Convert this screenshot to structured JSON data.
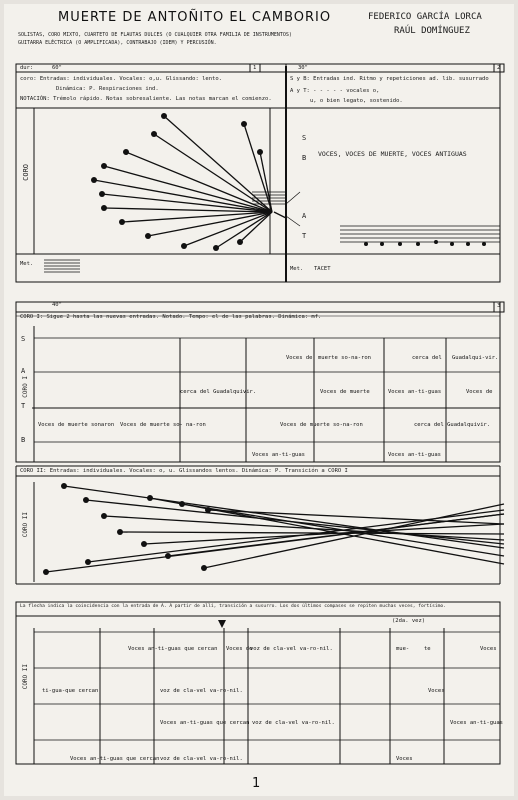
{
  "header": {
    "title": "MUERTE DE ANTOÑITO EL CAMBORIO",
    "poet": "FEDERICO GARCÍA LORCA",
    "composer": "RAÚL DOMÍNGUEZ",
    "instrumentation_line1": "SOLISTAS, CORO MIXTO, CUARTETO DE FLAUTAS DULCES (O CUALQUIER OTRA FAMILIA DE INSTRUMENTOS)",
    "instrumentation_line2": "GUITARRA ELÉCTRICA (O AMPLIFICADA), CONTRABAJO (IDEM) Y PERCUSIÓN."
  },
  "system1": {
    "dur_label": "dur:",
    "dur_left": "60\"",
    "dur_right": "30\"",
    "box1": "1",
    "box2": "2",
    "left_line1": "coro: Entradas: individuales. Vocales: o,u. Glissando: lento.",
    "left_line2": "Dinámica: P. Respiraciones ind.",
    "left_line3": "NOTACIÓN: Trémolo rápido. Notas sobresaliente. Las notas marcan el comienzo.",
    "right_line1": "S y B: Entradas ind. Ritmo y repeticiones ad. lib. susurrado",
    "right_line2": "A y T: - - - - - vocales o,",
    "right_line3": "u, o bien legato, sostenido.",
    "voice_S": "S",
    "voice_B": "B",
    "voice_A": "A",
    "voice_T": "T",
    "coro_label": "CORO",
    "voces_text": "VOCES, VOCES DE MUERTE, VOCES ANTIGUAS",
    "met_left": "Met.",
    "met_right": "Met.",
    "tacet": "TACET"
  },
  "system2": {
    "dur": "40\"",
    "box": "3",
    "instr": "CORO I: Sigue 2 hasta las nuevas entradas. Notado. Tempo: el de las palabras. Dinámica: mf.",
    "s": "S",
    "a": "A",
    "t": "T",
    "b": "B",
    "coro": "CORO I",
    "lyrics": [
      "Voces de muerte sonaron",
      "Voces de muerte so-",
      "na-ron",
      "cerca del Guadalquivir.",
      "Voces de",
      "muerte so-na-ron",
      "cerca del",
      "Guadalqui-vir.",
      "Voces de muerte",
      "Voces an-",
      "ti-guas",
      "Voces de muerte so-na-ron",
      "cerca del Guadalquivir.",
      "Voces an-ti-guas",
      "Voces an-ti-guas",
      "Voces de"
    ]
  },
  "system3": {
    "instr": "CORO II: Entradas: individuales. Vocales: o, u. Glissandos lentos. Dinámica: P. Transición a CORO I",
    "coro": "CORO II"
  },
  "system4": {
    "instr": "La flecha indica la coincidencia con la entrada de A. A partir de allí, transición a susurro. Los dos últimos compases se repiten muchas veces, fortísimo.",
    "rep": "(2da. vez)",
    "coro": "CORO II",
    "lyrics": [
      "Voces an-ti-guas que cercan",
      "Voces de",
      "voz de cla-vel va-ro-nil.",
      "mue-",
      "te",
      "Voces",
      "ti-gua-que cercan",
      "voz de cla-vel va-ro-nil.",
      "Voces",
      "Voces an-ti-guas que cercan",
      "voz de cla-vel va-ro-nil.",
      "Voces an-ti-guas",
      "Voces an-ti-guas que cercan",
      "voz de cla-vel va-ro-nil.",
      "Voces"
    ]
  },
  "page_number": "1"
}
